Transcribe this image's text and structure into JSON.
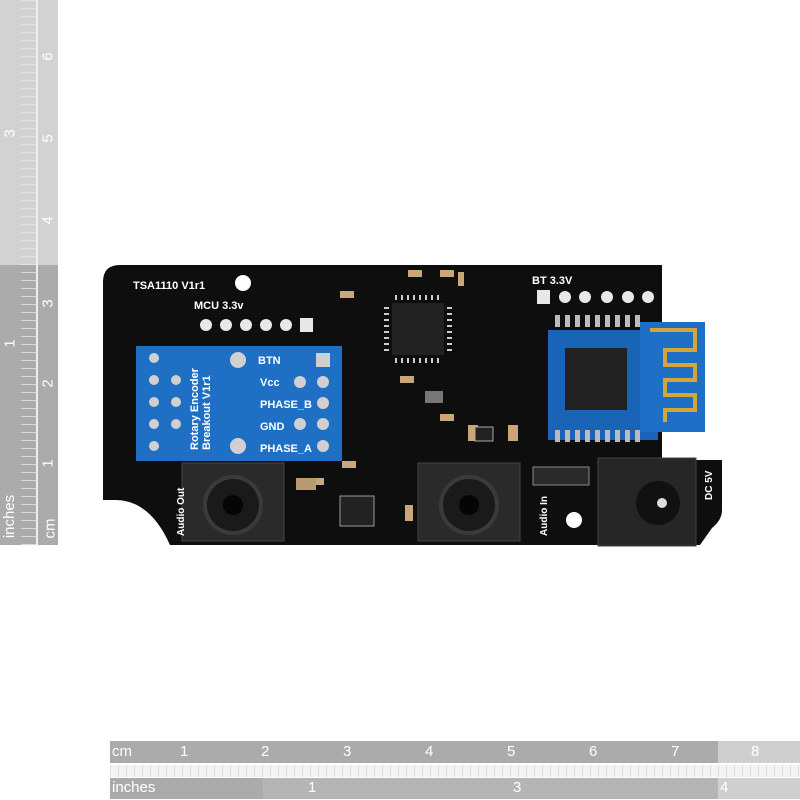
{
  "left_ruler": {
    "inches_label": "inches",
    "cm_label": "cm",
    "inch_marks": [
      "1",
      "3"
    ],
    "cm_marks": [
      "1",
      "2",
      "3",
      "4",
      "5",
      "6"
    ]
  },
  "bottom_ruler": {
    "cm_label": "cm",
    "cm_marks": [
      "1",
      "2",
      "3",
      "4",
      "5",
      "6",
      "7",
      "8"
    ],
    "inches_label": "inches",
    "inch_marks": [
      "1",
      "3",
      "4"
    ]
  },
  "board": {
    "title": "TSA1110 V1r1",
    "mcu_label": "MCU 3.3v",
    "bt_label": "BT 3.3V",
    "encoder_title_1": "Rotary Encoder",
    "encoder_title_2": "Breakout V1r1",
    "pins": [
      "BTN",
      "Vcc",
      "PHASE_B",
      "GND",
      "PHASE_A"
    ],
    "audio_out": "Audio Out",
    "audio_in": "Audio In",
    "dc": "DC 5V",
    "colors": {
      "pcb": "#0d0d0d",
      "encoder": "#1f6fc4",
      "bt_module": "#1a64b8",
      "ruler_dark": "#a9a9a9",
      "ruler_light": "#cfcfcf"
    }
  }
}
